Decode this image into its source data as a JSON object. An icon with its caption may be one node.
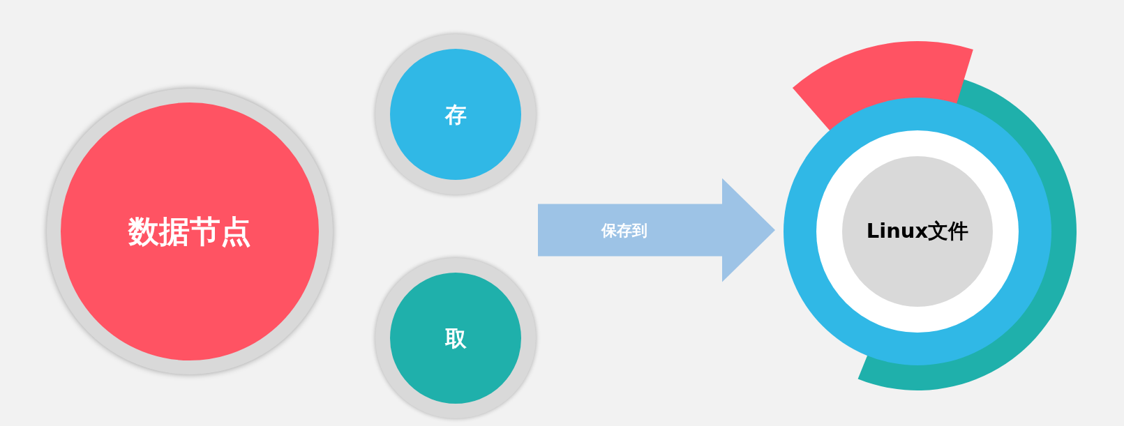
{
  "diagram": {
    "nodes": [
      {
        "text": [
          "数据节点"
        ]
      },
      {
        "text": [
          "存"
        ]
      },
      {
        "text": [
          "取"
        ]
      },
      {
        "text": [
          "Linux文件"
        ]
      }
    ],
    "edges": [
      {
        "from": null,
        "to": 3,
        "arrow": "to",
        "label": "保存到"
      }
    ]
  }
}
